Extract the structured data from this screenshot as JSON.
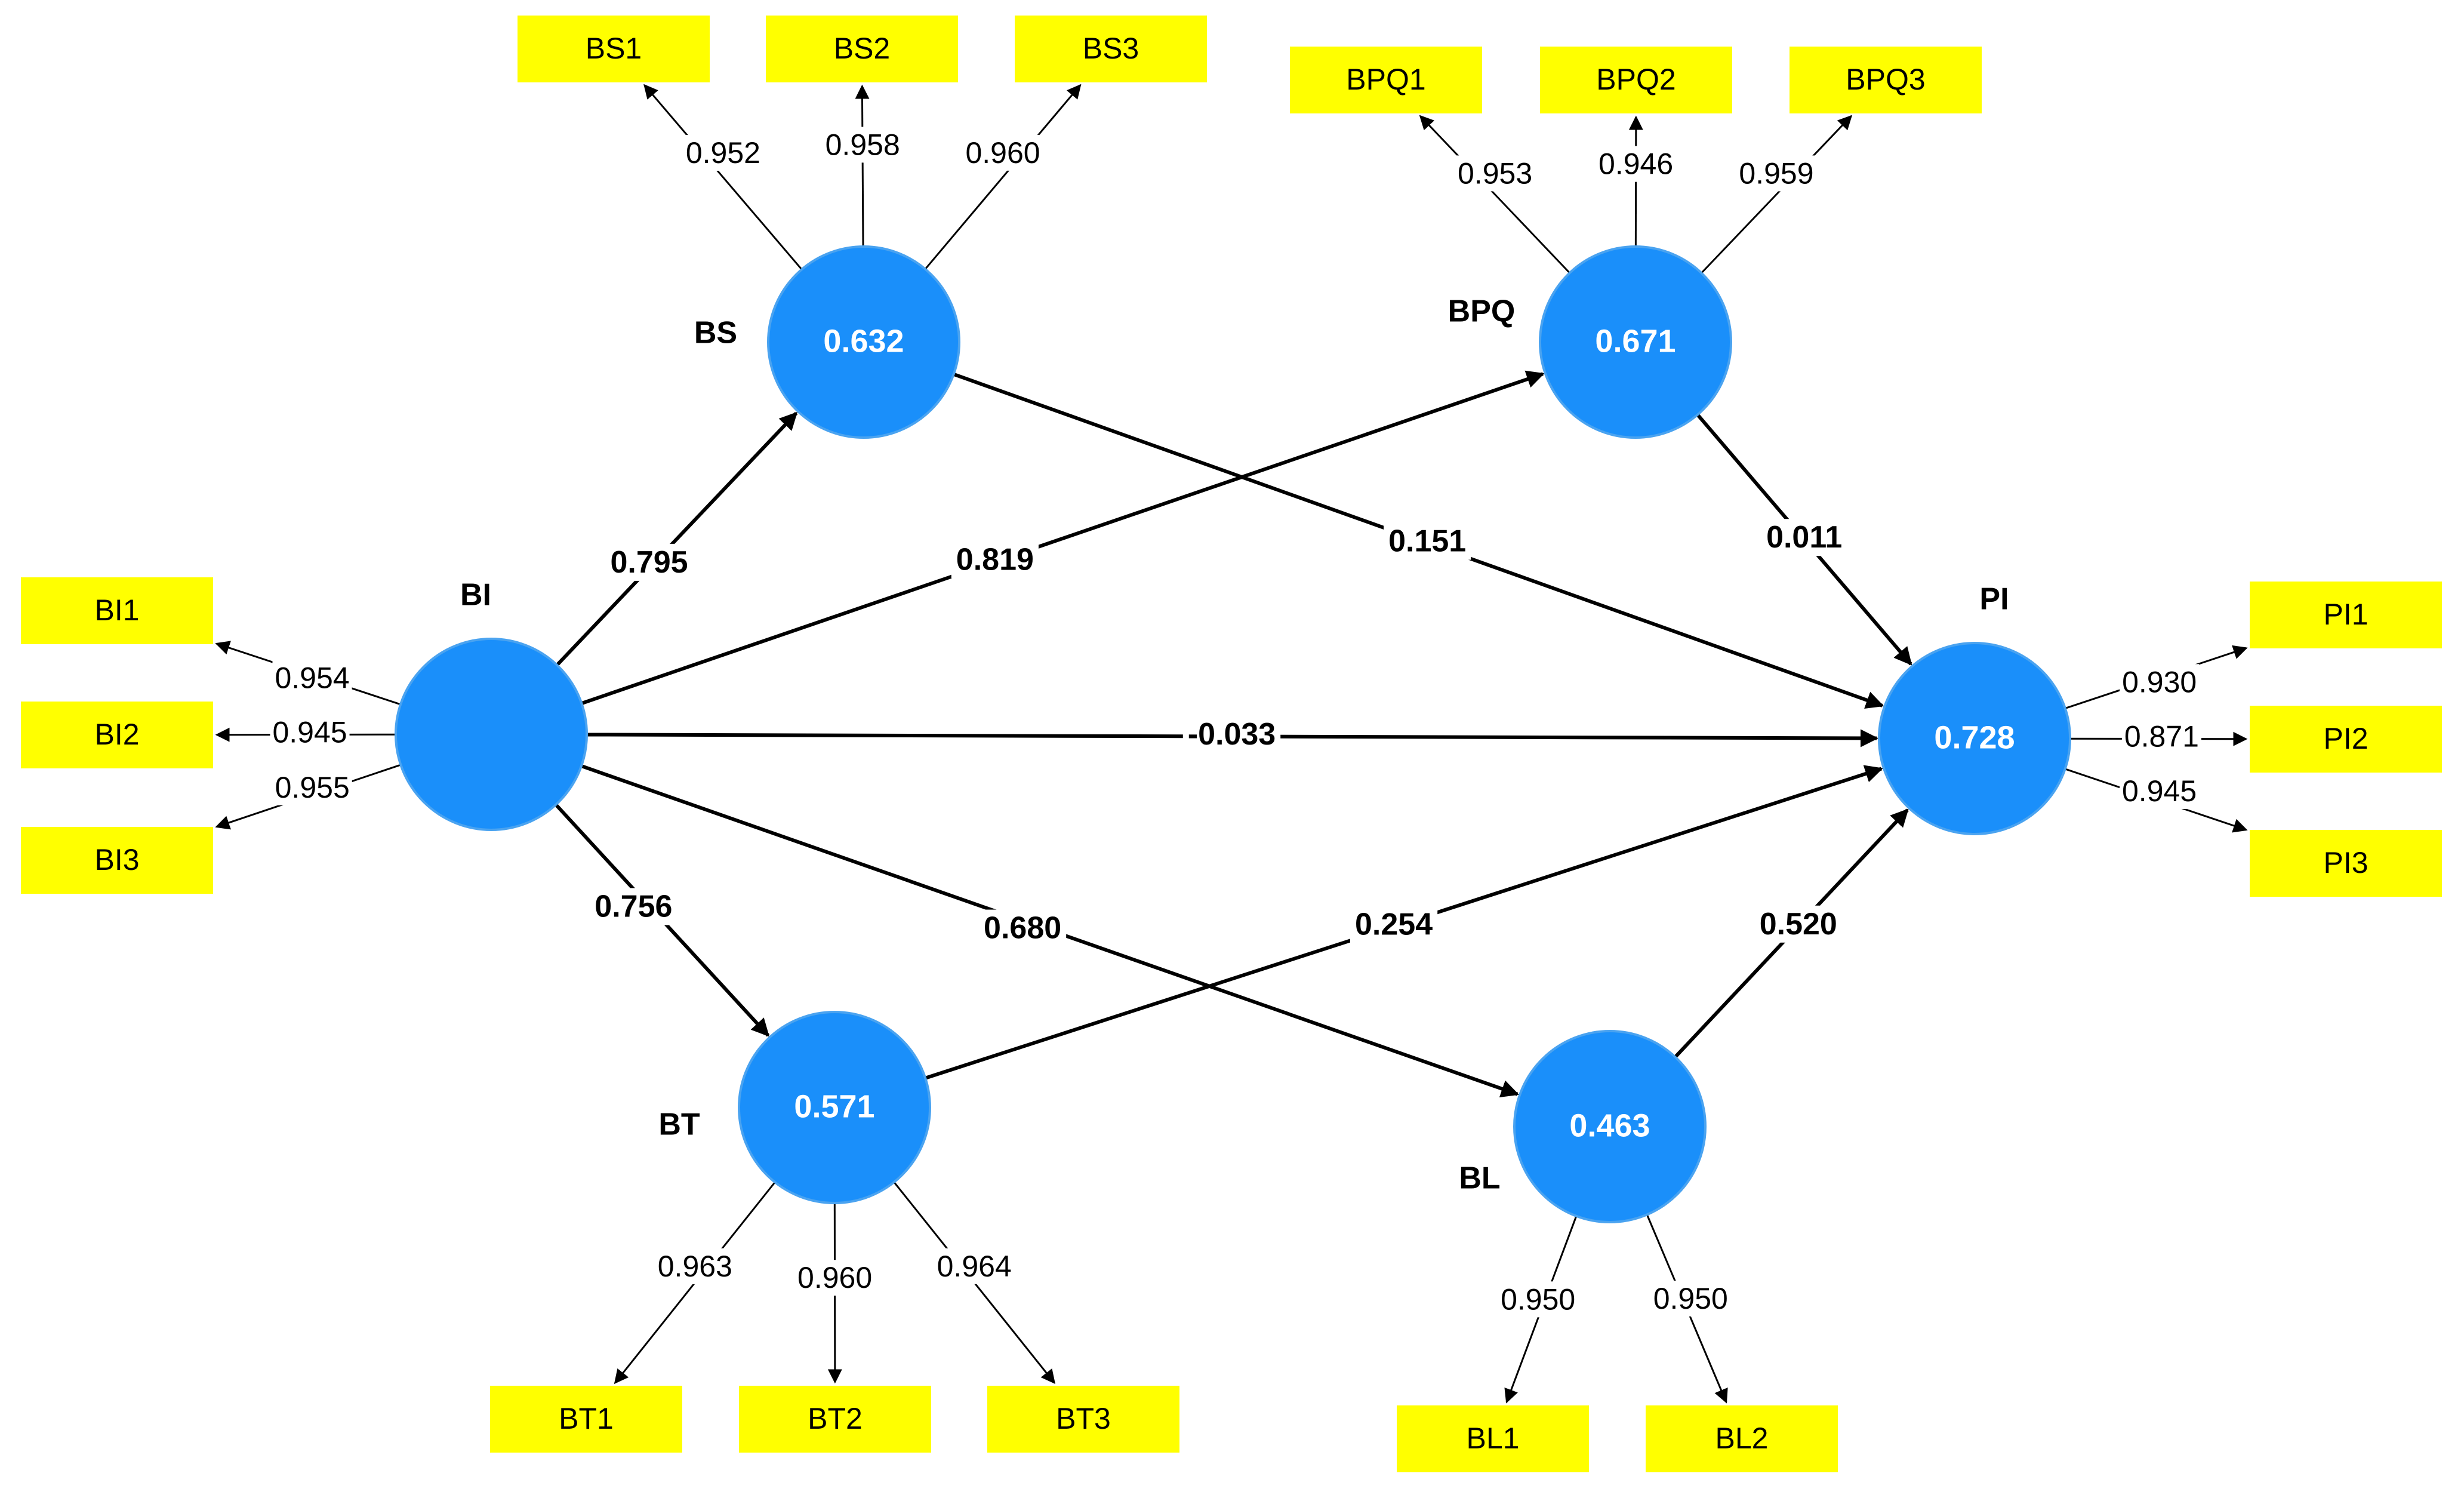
{
  "diagram": {
    "colors": {
      "construct_fill": "#1a8ffa",
      "construct_stroke": "#4aa3f0",
      "indicator_fill": "#ffff00",
      "path_stroke": "#000000",
      "loading_stroke": "#000000"
    },
    "constructs": [
      {
        "id": "BI",
        "name": "BI",
        "r2": ""
      },
      {
        "id": "BS",
        "name": "BS",
        "r2": "0.632"
      },
      {
        "id": "BPQ",
        "name": "BPQ",
        "r2": "0.671"
      },
      {
        "id": "BT",
        "name": "BT",
        "r2": "0.571"
      },
      {
        "id": "BL",
        "name": "BL",
        "r2": "0.463"
      },
      {
        "id": "PI",
        "name": "PI",
        "r2": "0.728"
      }
    ],
    "indicators": [
      {
        "id": "BS1",
        "label": "BS1",
        "construct": "BS",
        "loading": "0.952"
      },
      {
        "id": "BS2",
        "label": "BS2",
        "construct": "BS",
        "loading": "0.958"
      },
      {
        "id": "BS3",
        "label": "BS3",
        "construct": "BS",
        "loading": "0.960"
      },
      {
        "id": "BPQ1",
        "label": "BPQ1",
        "construct": "BPQ",
        "loading": "0.953"
      },
      {
        "id": "BPQ2",
        "label": "BPQ2",
        "construct": "BPQ",
        "loading": "0.946"
      },
      {
        "id": "BPQ3",
        "label": "BPQ3",
        "construct": "BPQ",
        "loading": "0.959"
      },
      {
        "id": "BI1",
        "label": "BI1",
        "construct": "BI",
        "loading": "0.954"
      },
      {
        "id": "BI2",
        "label": "BI2",
        "construct": "BI",
        "loading": "0.945"
      },
      {
        "id": "BI3",
        "label": "BI3",
        "construct": "BI",
        "loading": "0.955"
      },
      {
        "id": "PI1",
        "label": "PI1",
        "construct": "PI",
        "loading": "0.930"
      },
      {
        "id": "PI2",
        "label": "PI2",
        "construct": "PI",
        "loading": "0.871"
      },
      {
        "id": "PI3",
        "label": "PI3",
        "construct": "PI",
        "loading": "0.945"
      },
      {
        "id": "BT1",
        "label": "BT1",
        "construct": "BT",
        "loading": "0.963"
      },
      {
        "id": "BT2",
        "label": "BT2",
        "construct": "BT",
        "loading": "0.960"
      },
      {
        "id": "BT3",
        "label": "BT3",
        "construct": "BT",
        "loading": "0.964"
      },
      {
        "id": "BL1",
        "label": "BL1",
        "construct": "BL",
        "loading": "0.950"
      },
      {
        "id": "BL2",
        "label": "BL2",
        "construct": "BL",
        "loading": "0.950"
      }
    ],
    "paths": [
      {
        "from": "BI",
        "to": "BS",
        "coef": "0.795"
      },
      {
        "from": "BI",
        "to": "BPQ",
        "coef": "0.819"
      },
      {
        "from": "BI",
        "to": "PI",
        "coef": "-0.033"
      },
      {
        "from": "BI",
        "to": "BT",
        "coef": "0.756"
      },
      {
        "from": "BI",
        "to": "BL",
        "coef": "0.680"
      },
      {
        "from": "BS",
        "to": "PI",
        "coef": "0.151"
      },
      {
        "from": "BPQ",
        "to": "PI",
        "coef": "0.011"
      },
      {
        "from": "BT",
        "to": "PI",
        "coef": "0.254"
      },
      {
        "from": "BL",
        "to": "PI",
        "coef": "0.520"
      }
    ]
  }
}
